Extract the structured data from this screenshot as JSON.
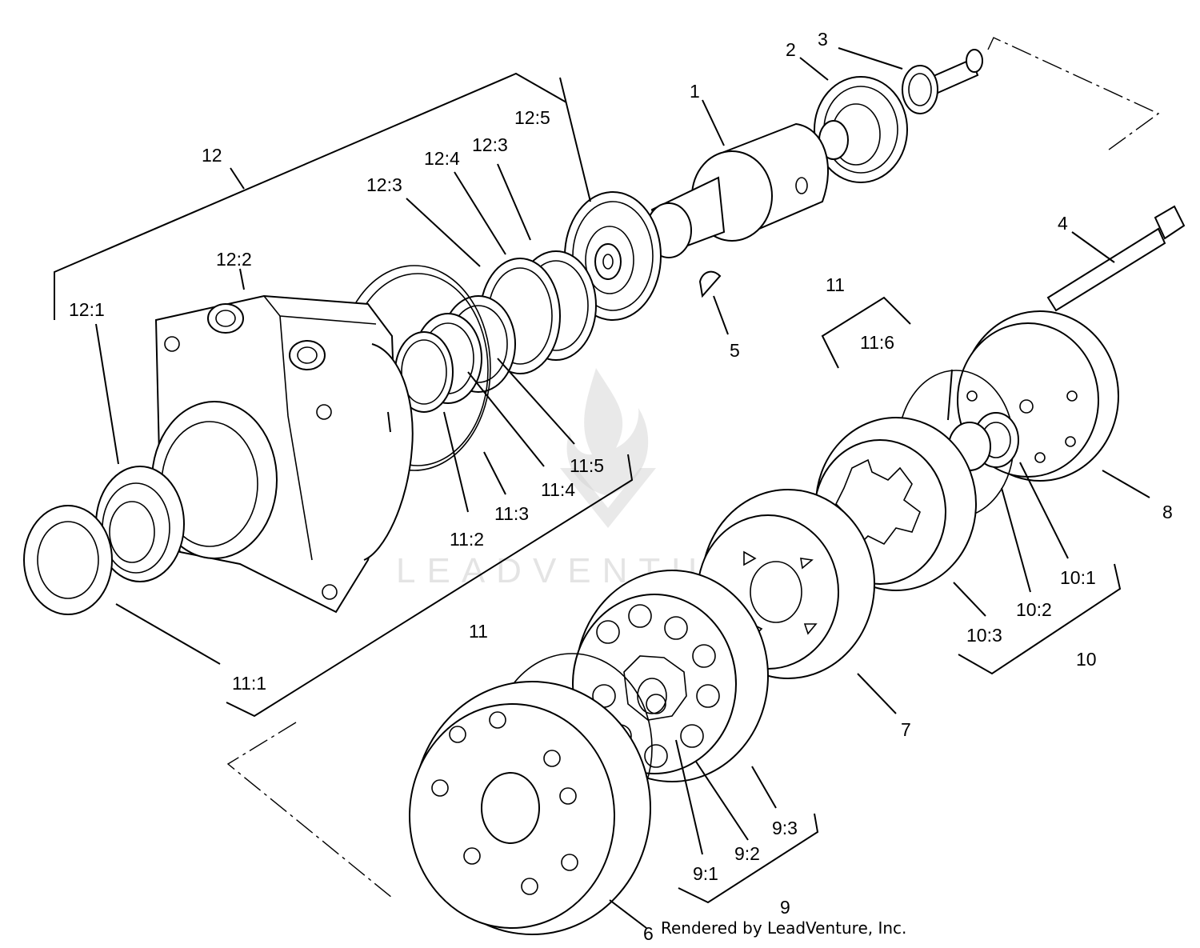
{
  "watermark": {
    "text": "LEADVENTURE"
  },
  "credit": "Rendered by LeadVenture, Inc.",
  "callouts": {
    "c1": "1",
    "c2": "2",
    "c3": "3",
    "c4": "4",
    "c5": "5",
    "c6": "6",
    "c7": "7",
    "c8": "8",
    "c9": "9",
    "c9_1": "9:1",
    "c9_2": "9:2",
    "c9_3": "9:3",
    "c10": "10",
    "c10_1": "10:1",
    "c10_2": "10:2",
    "c10_3": "10:3",
    "c11_main": "11",
    "c11_top": "11",
    "c11_1": "11:1",
    "c11_2": "11:2",
    "c11_3": "11:3",
    "c11_4": "11:4",
    "c11_5": "11:5",
    "c11_6": "11:6",
    "c12": "12",
    "c12_1": "12:1",
    "c12_2": "12:2",
    "c12_3a": "12:3",
    "c12_3b": "12:3",
    "c12_4": "12:4",
    "c12_5": "12:5"
  }
}
